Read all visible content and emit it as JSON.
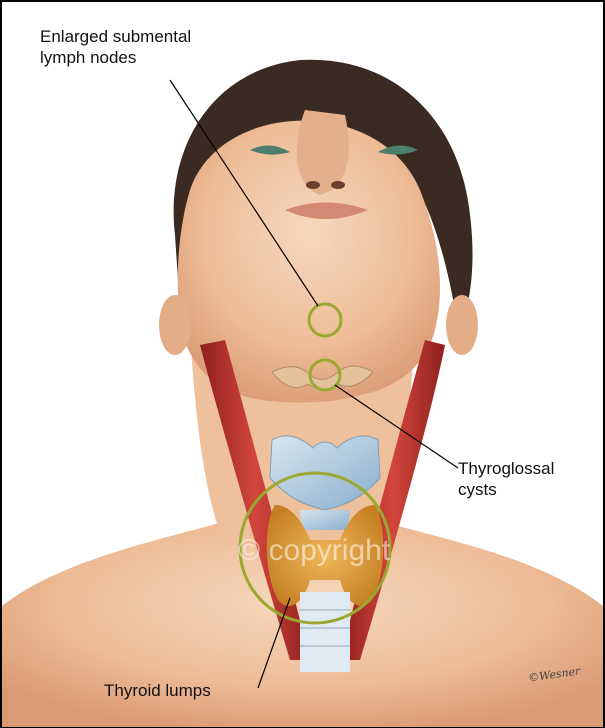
{
  "figure": {
    "labels": {
      "submental": "Enlarged submental lymph nodes",
      "submental_line1": "Enlarged submental",
      "submental_line2": "lymph nodes",
      "thyroglossal": "Thyroglossal cysts",
      "thyroglossal_line1": "Thyroglossal",
      "thyroglossal_line2": "cysts",
      "thyroid": "Thyroid lumps"
    },
    "watermark": "© copyright",
    "signature": "©Wesner",
    "colors": {
      "background": "#ffffff",
      "frame": "#000000",
      "skin": "#f0c4a0",
      "hair": "#3a2a22",
      "muscle": "#c0332d",
      "cartilage": "#a9c6dc",
      "thyroid": "#d9952f",
      "marker_ring": "#9aa82f",
      "leader_line": "#000000"
    }
  }
}
